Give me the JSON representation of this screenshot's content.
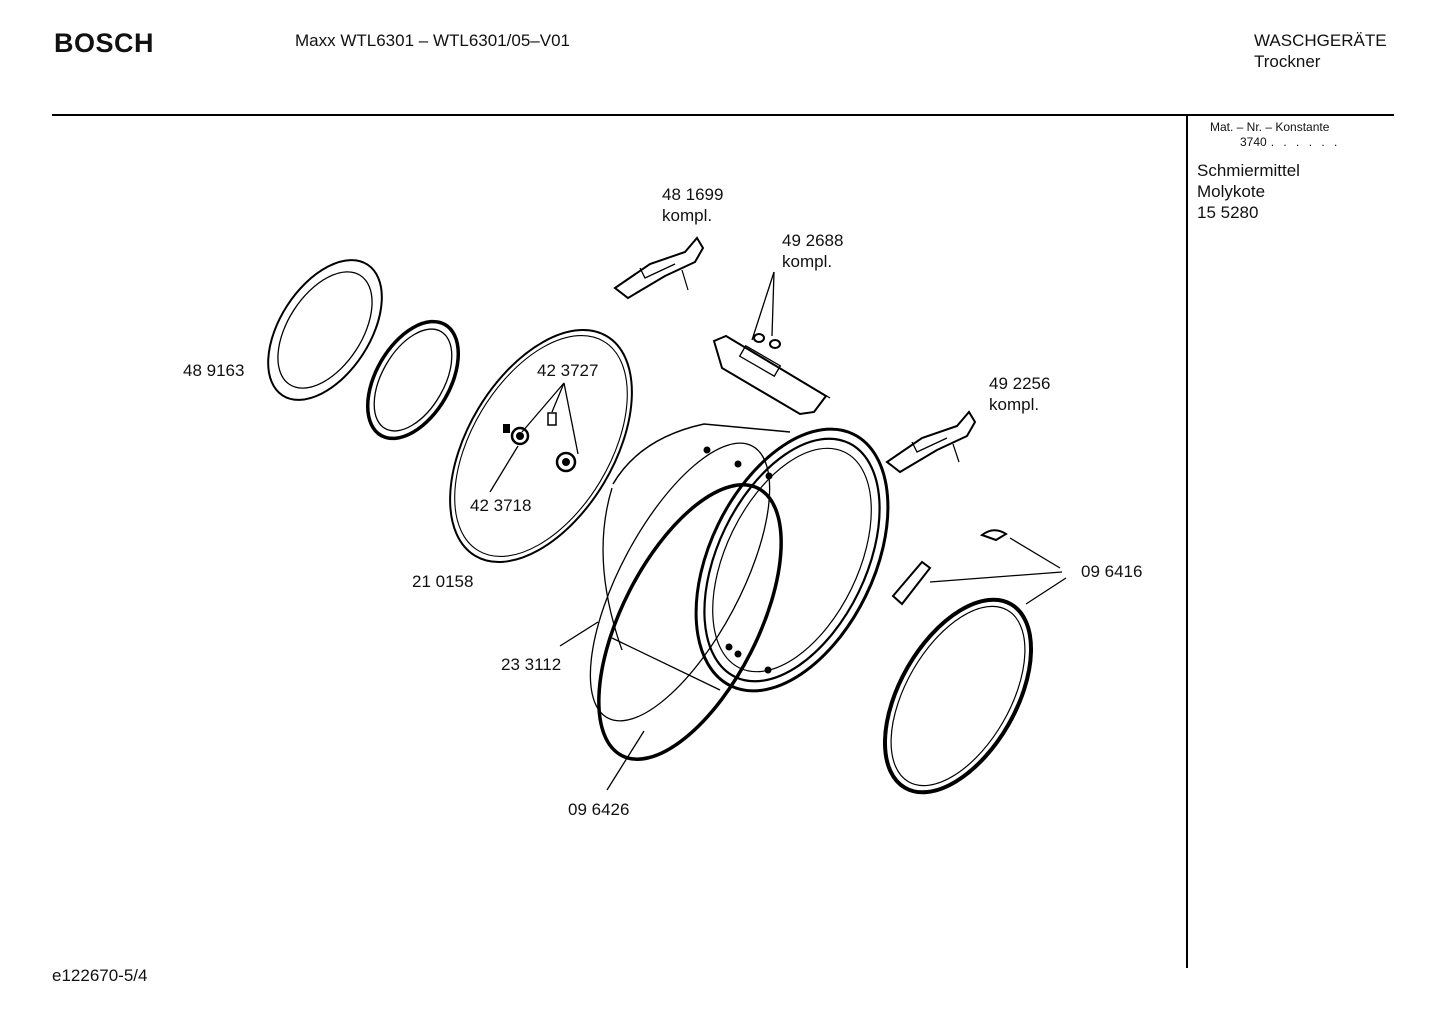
{
  "header": {
    "brand": "BOSCH",
    "model": "Maxx WTL6301 – WTL6301/05–V01",
    "category": "WASCHGERÄTE",
    "subcategory": "Trockner"
  },
  "sidebar": {
    "mat_title": "Mat. – Nr. – Konstante",
    "mat_number": "3740",
    "mat_dots": ". . . . . .",
    "lubricant": [
      "Schmiermittel",
      "Molykote",
      "15 5280"
    ]
  },
  "parts": [
    {
      "number": "48 1699",
      "note": "kompl."
    },
    {
      "number": "49 2688",
      "note": "kompl."
    },
    {
      "number": "49 2256",
      "note": "kompl."
    },
    {
      "number": "48 9163",
      "note": ""
    },
    {
      "number": "42 3727",
      "note": ""
    },
    {
      "number": "42 3718",
      "note": ""
    },
    {
      "number": "21 0158",
      "note": ""
    },
    {
      "number": "23 3112",
      "note": ""
    },
    {
      "number": "09 6426",
      "note": ""
    },
    {
      "number": "09 6416",
      "note": ""
    }
  ],
  "footer": {
    "code": "e122670-5/4"
  }
}
